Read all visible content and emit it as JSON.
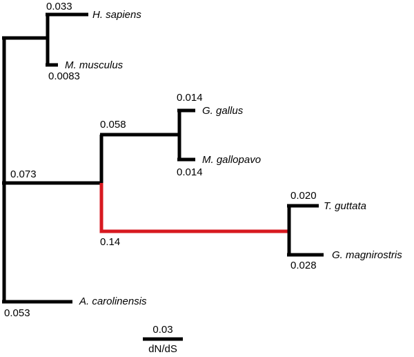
{
  "colors": {
    "branch": "#000000",
    "highlight": "#d71920",
    "background": "#ffffff"
  },
  "taxa": {
    "h_sapiens": "H. sapiens",
    "m_musculus": "M. musculus",
    "g_gallus": "G. gallus",
    "m_gallopavo": "M. gallopavo",
    "t_guttata": "T. guttata",
    "g_magnirostris": "G. magnirostris",
    "a_carolinensis": "A. carolinensis"
  },
  "branch_values": {
    "h_sapiens": "0.033",
    "m_musculus": "0.0083",
    "g_gallus": "0.014",
    "m_gallopavo": "0.014",
    "galliform_clade": "0.058",
    "bird_clade": "0.073",
    "passerine_clade": "0.14",
    "t_guttata": "0.020",
    "g_magnirostris": "0.028",
    "a_carolinensis": "0.053"
  },
  "highlighted_branch": "passerine_clade",
  "scale_bar": {
    "value": "0.03",
    "unit": "dN/dS"
  }
}
